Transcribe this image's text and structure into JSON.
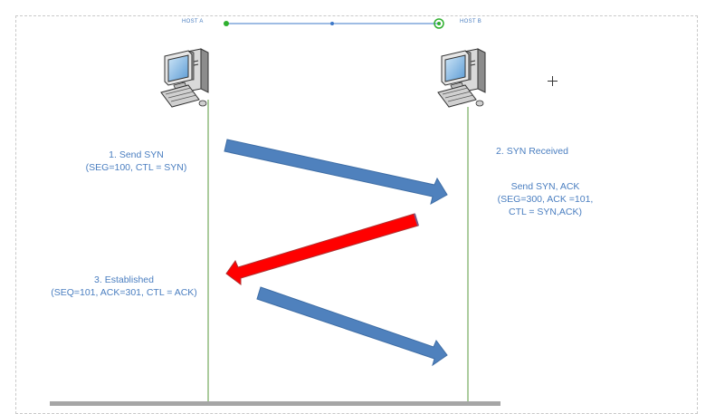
{
  "host_a": {
    "label": "HOST A"
  },
  "host_b": {
    "label": "HOST B"
  },
  "steps": {
    "step1": "1. Send SYN\n(SEG=100, CTL = SYN)",
    "step2": "2. SYN Received",
    "step2b": "Send SYN, ACK\n(SEG=300, ACK =101,\nCTL = SYN,ACK)",
    "step3": "3. Established\n(SEQ=101, ACK=301, CTL = ACK)"
  },
  "colors": {
    "arrow_blue": "#4f81bd",
    "arrow_red": "#ff0000",
    "lifeline": "#5a9a3c",
    "text": "#4a7ec0",
    "connector": "#3c78c8"
  },
  "icons": [
    "computer-icon",
    "computer-icon"
  ]
}
